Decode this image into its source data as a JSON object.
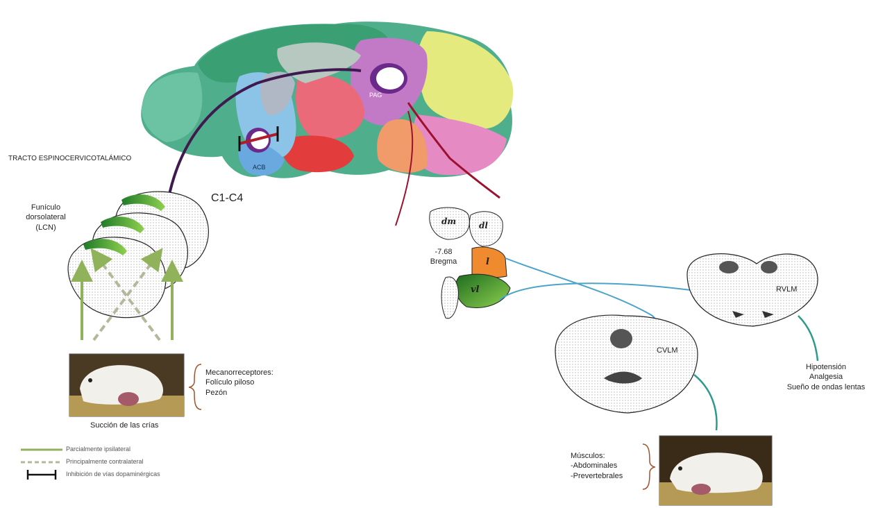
{
  "labels": {
    "tract": "TRACTO ESPINOCERVICOTALÁMICO",
    "pag": "PAG",
    "acb": "ACB",
    "c1c4": "C1-C4",
    "funiculo": [
      "Funículo",
      "dorsolateral",
      "(LCN)"
    ],
    "bregma_value": "-7.68",
    "bregma": "Bregma",
    "pag_sub": {
      "dm": "dm",
      "dl": "dl",
      "l": "l",
      "vl": "vl"
    },
    "rvlm": "RVLM",
    "cvlm": "CVLM",
    "mecano": [
      "Mecanorreceptores:",
      "Folículo piloso",
      "Pezón"
    ],
    "succion": "Succión de las crías",
    "outcomes": [
      "Hipotensión",
      "Analgesia",
      "Sueño de ondas lentas"
    ],
    "musculos": [
      "Músculos:",
      "-Abdominales",
      "-Prevertebrales"
    ]
  },
  "legend": [
    {
      "text": "Parcialmente ipsilateral",
      "style": "solid"
    },
    {
      "text": "Principalmente contralateral",
      "style": "dashed"
    },
    {
      "text": "Inhibición de vías dopaminérgicas",
      "style": "bar"
    }
  ],
  "colors": {
    "tract_line": "#3f1a4f",
    "pag_line": "#9c1030",
    "blue_line": "#4aa3c8",
    "teal_line": "#2e9a8a",
    "arrow_green": "#8fb25a",
    "brace": "#a0522d"
  },
  "icons": [
    "mouse-photo",
    "mouse-photo"
  ]
}
